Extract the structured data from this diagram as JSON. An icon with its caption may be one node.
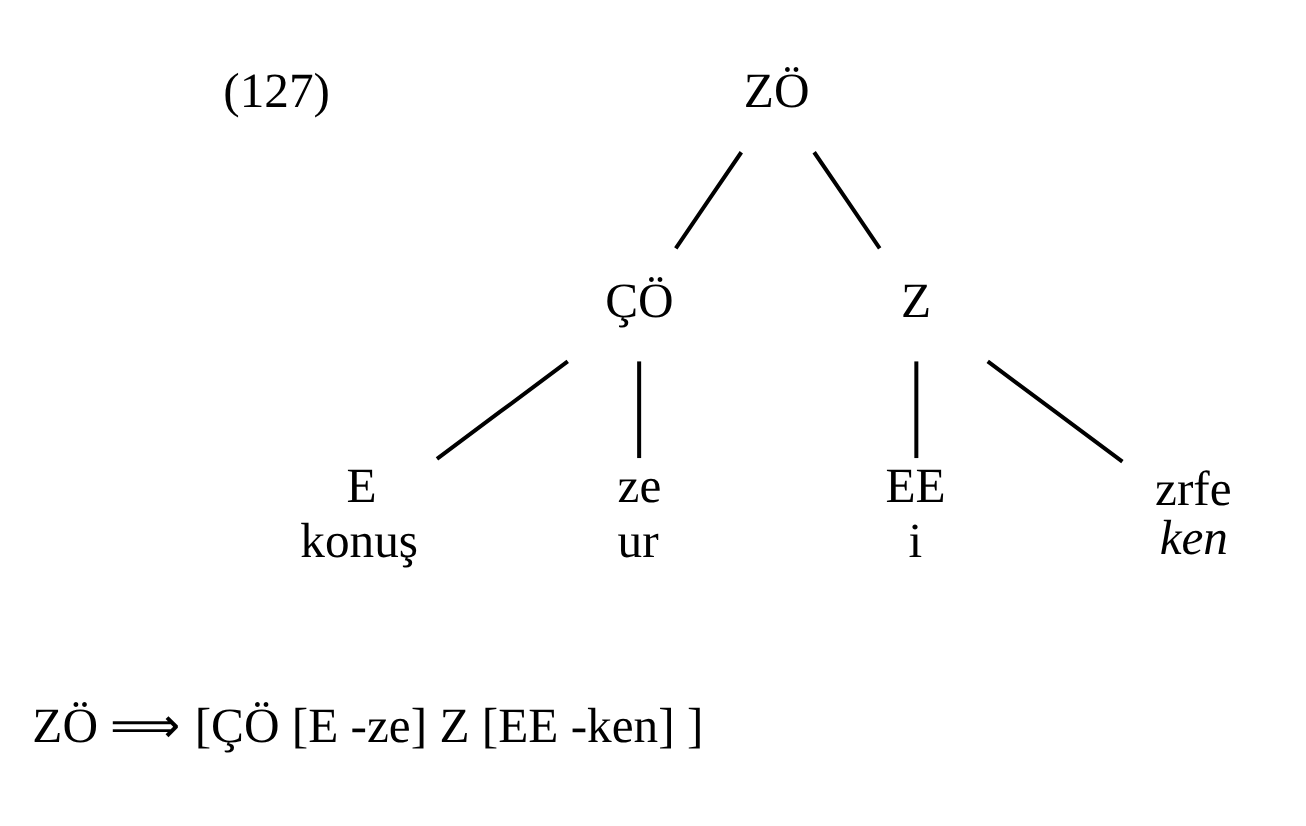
{
  "diagram": {
    "nodes": [
      {
        "text": [
          "ZÖ"
        ]
      },
      {
        "text": [
          "ÇÖ"
        ]
      },
      {
        "text": [
          "Z"
        ]
      },
      {
        "text": [
          "E",
          "konuş"
        ]
      },
      {
        "text": [
          "ze",
          "ur"
        ]
      },
      {
        "text": [
          "EE",
          "i"
        ]
      },
      {
        "text": [
          "zrfe",
          "ken"
        ]
      }
    ],
    "edges": [
      {
        "from": 0,
        "to": 1,
        "arrow": "none"
      },
      {
        "from": 0,
        "to": 2,
        "arrow": "none"
      },
      {
        "from": 1,
        "to": 3,
        "arrow": "none"
      },
      {
        "from": 1,
        "to": 4,
        "arrow": "none"
      },
      {
        "from": 2,
        "to": 5,
        "arrow": "none"
      },
      {
        "from": 2,
        "to": 6,
        "arrow": "none"
      }
    ],
    "labels": [
      "(127)",
      "ZÖ ⟹ [ÇÖ [E -ze] Z [EE -ken] ]"
    ]
  }
}
